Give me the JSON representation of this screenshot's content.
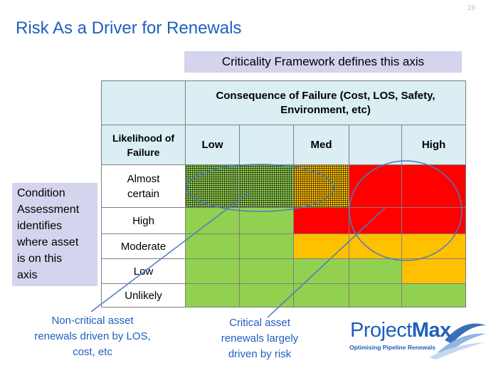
{
  "slide": {
    "page_number": "19",
    "title": "Risk As a Driver for Renewals"
  },
  "criticality_box": {
    "text": "Criticality Framework defines this axis"
  },
  "condition_box": {
    "text": "Condition\nAssessment\nidentifies\nwhere asset\nis on this\naxis"
  },
  "matrix": {
    "consequence_header": "Consequence of Failure (Cost, LOS, Safety, Environment, etc)",
    "likelihood_header": "Likelihood of Failure",
    "consequence_levels": [
      "Low",
      "",
      "Med",
      "",
      "High"
    ],
    "likelihood_levels": [
      "Almost certain",
      "High",
      "Moderate",
      "Low",
      "Unlikely"
    ],
    "cell_colors": [
      [
        "green-hatched",
        "green-hatched",
        "amber-hatched",
        "red",
        "red"
      ],
      [
        "green",
        "green",
        "red",
        "red",
        "red"
      ],
      [
        "green",
        "green",
        "amber",
        "amber",
        "amber"
      ],
      [
        "green",
        "green",
        "green",
        "green",
        "amber"
      ],
      [
        "green",
        "green",
        "green",
        "green",
        "green"
      ]
    ],
    "colors": {
      "green": "#92d050",
      "amber": "#ffc000",
      "red": "#ff0000",
      "header": "#daeef3"
    }
  },
  "annotations": {
    "noncritical": "Non-critical asset\nrenewals driven by LOS,\ncost, etc",
    "critical": "Critical asset\nrenewals largely\ndriven by risk"
  },
  "logo": {
    "name_part1": "Project",
    "name_part2": "Max",
    "tagline": "Optimising Pipeline Renewals"
  }
}
